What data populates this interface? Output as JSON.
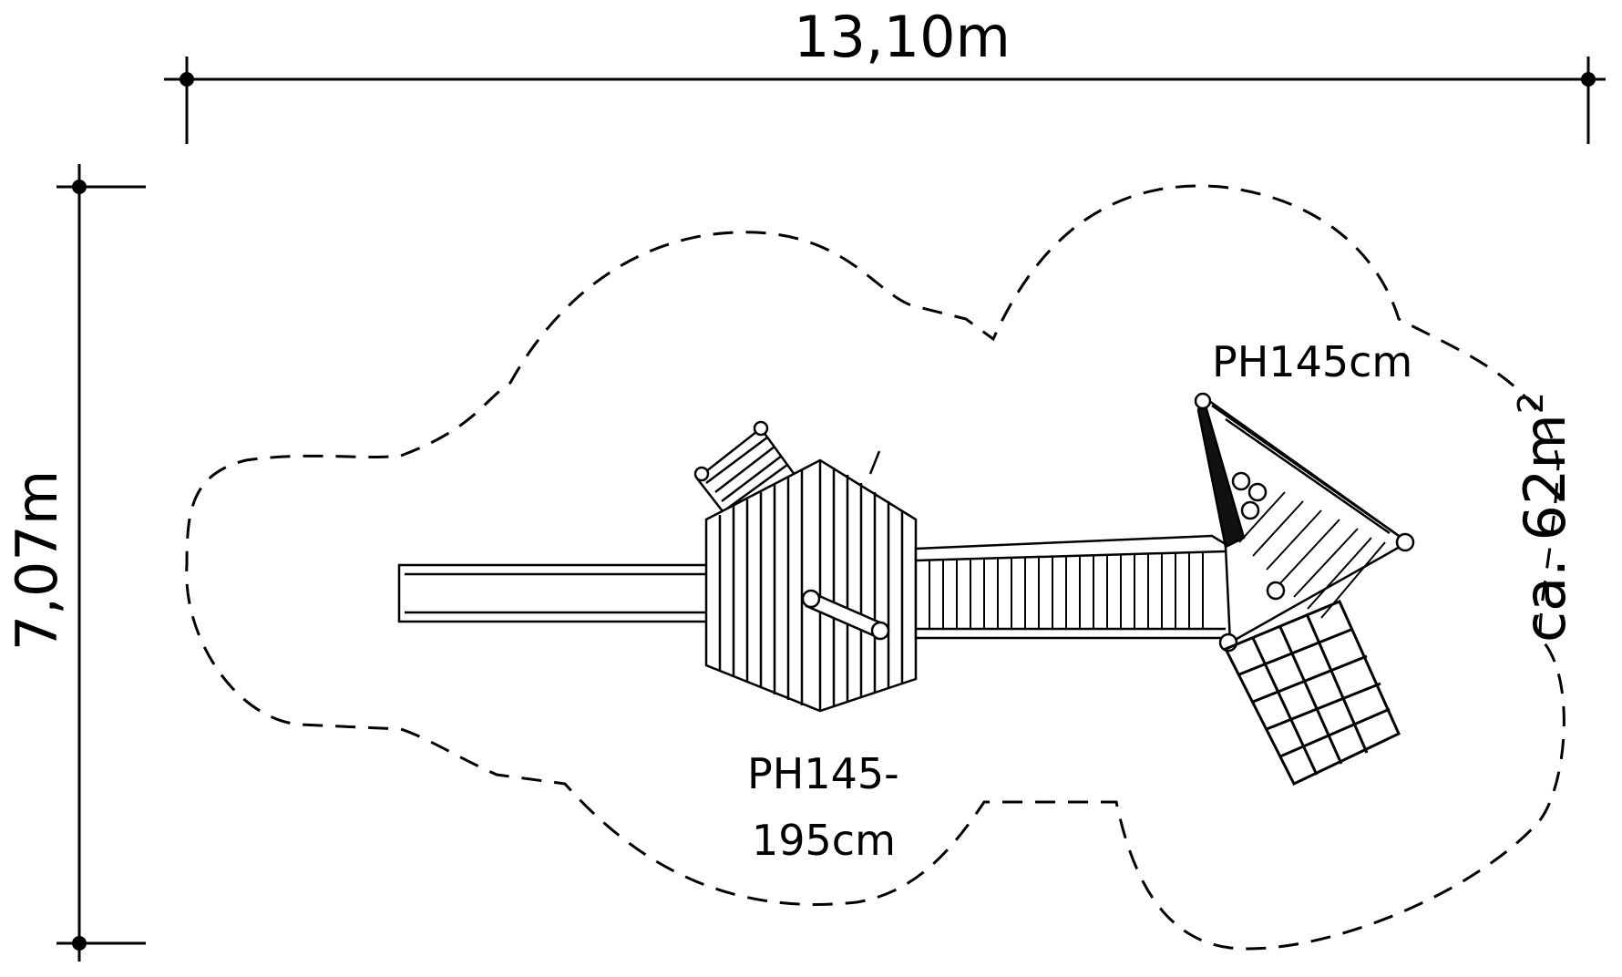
{
  "dimensions": {
    "width_label": "13,10m",
    "height_label": "7,07m"
  },
  "labels": {
    "platform_height_right": "PH145cm",
    "platform_height_left_line1": "PH145-",
    "platform_height_left_line2": "195cm",
    "area_prefix": "ca. 62m",
    "area_superscript": "2"
  },
  "colors": {
    "ink": "#000000",
    "background": "#ffffff"
  }
}
